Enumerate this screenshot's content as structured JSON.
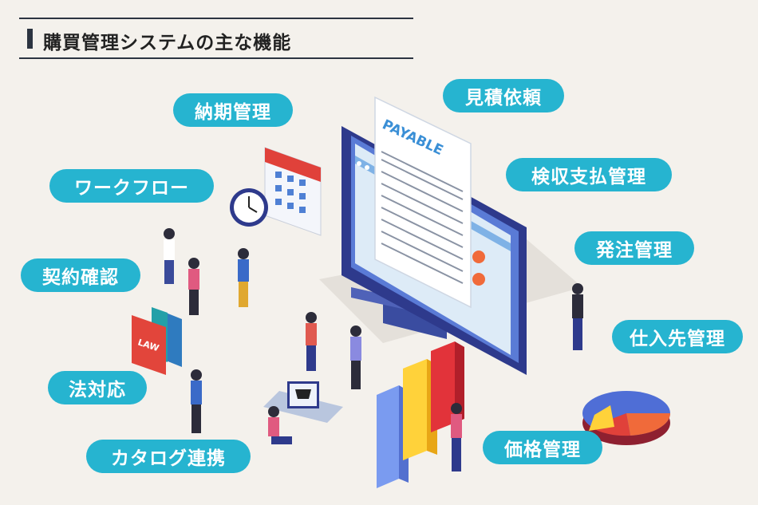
{
  "title": "購買管理システムの主な機能",
  "features": {
    "delivery": "納期管理",
    "workflow": "ワークフロー",
    "contract": "契約確認",
    "legal": "法対応",
    "catalog": "カタログ連携",
    "quote": "見積依頼",
    "inspection": "検収支払管理",
    "order": "発注管理",
    "supplier": "仕入先管理",
    "price": "価格管理"
  },
  "illustration": {
    "document_label": "PAYABLE",
    "binder_label": "LAW"
  },
  "colors": {
    "pill": "#26b4d0",
    "title_rule": "#2c3441",
    "background": "#f4f1ec"
  }
}
